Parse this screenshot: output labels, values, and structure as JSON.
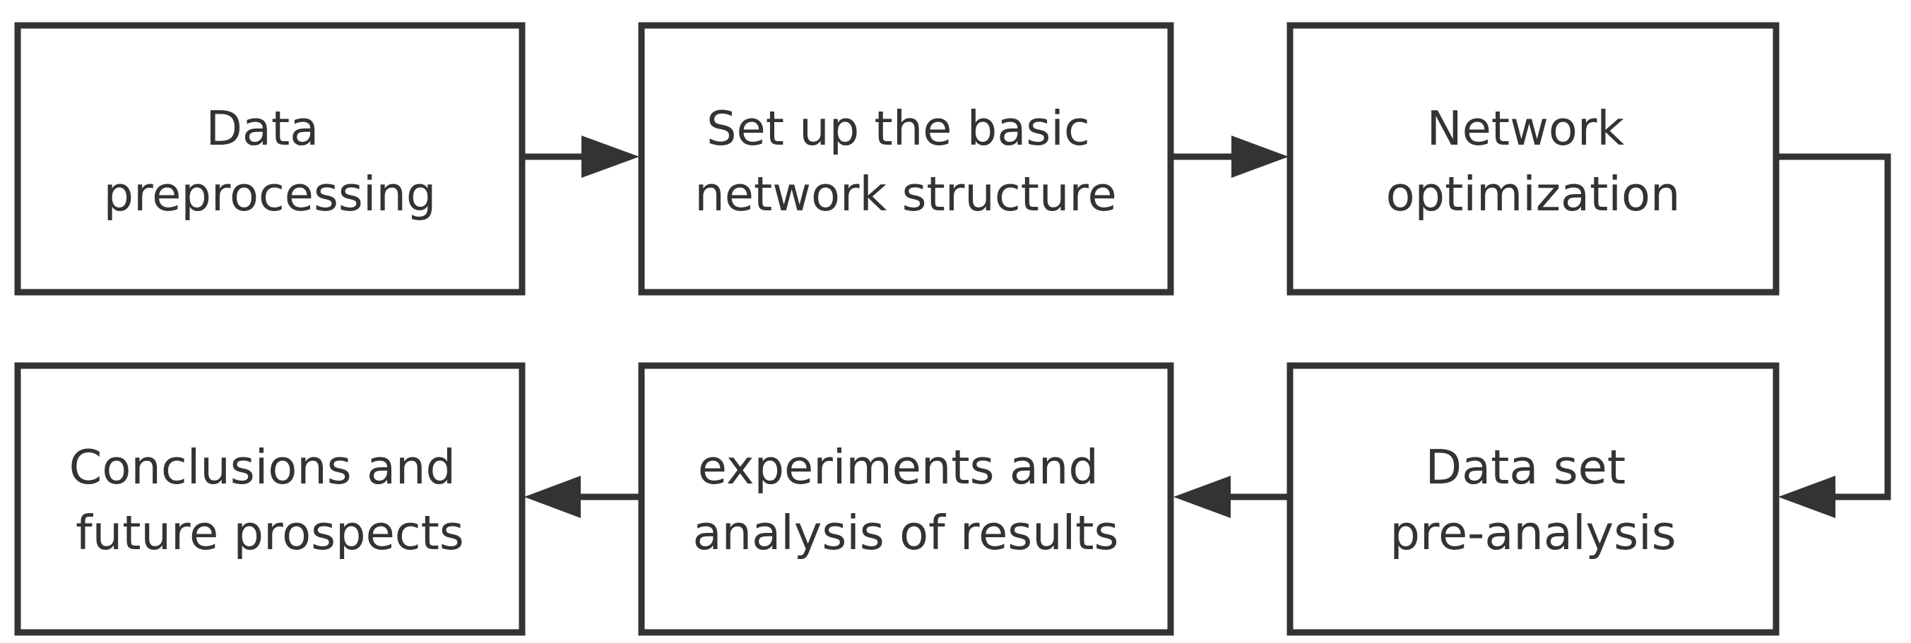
{
  "diagram": {
    "type": "flowchart",
    "colors": {
      "stroke": "#333333",
      "text": "#333333",
      "background": "#ffffff"
    },
    "nodes": [
      {
        "id": "data-preprocessing",
        "lines": [
          "Data",
          "preprocessing"
        ]
      },
      {
        "id": "basic-network",
        "lines": [
          "Set up the basic",
          "network structure"
        ]
      },
      {
        "id": "network-optimization",
        "lines": [
          "Network",
          "optimization"
        ]
      },
      {
        "id": "dataset-preanalysis",
        "lines": [
          "Data set",
          "pre-analysis"
        ]
      },
      {
        "id": "experiments-results",
        "lines": [
          "experiments and",
          "analysis of results"
        ]
      },
      {
        "id": "conclusions",
        "lines": [
          "Conclusions and",
          "future prospects"
        ]
      }
    ],
    "edges": [
      {
        "from": "data-preprocessing",
        "to": "basic-network"
      },
      {
        "from": "basic-network",
        "to": "network-optimization"
      },
      {
        "from": "network-optimization",
        "to": "dataset-preanalysis"
      },
      {
        "from": "dataset-preanalysis",
        "to": "experiments-results"
      },
      {
        "from": "experiments-results",
        "to": "conclusions"
      }
    ]
  }
}
